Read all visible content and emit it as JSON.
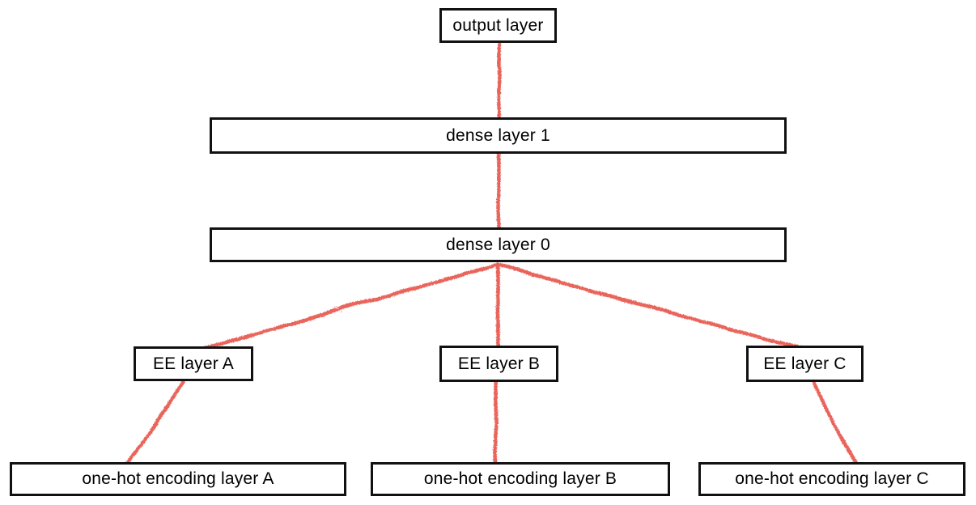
{
  "diagram": {
    "nodes": {
      "output": {
        "label": "output layer"
      },
      "dense1": {
        "label": "dense layer 1"
      },
      "dense0": {
        "label": "dense layer 0"
      },
      "ee_a": {
        "label": "EE layer A"
      },
      "ee_b": {
        "label": "EE layer B"
      },
      "ee_c": {
        "label": "EE layer C"
      },
      "onehot_a": {
        "label": "one-hot encoding layer A"
      },
      "onehot_b": {
        "label": "one-hot encoding layer B"
      },
      "onehot_c": {
        "label": "one-hot encoding layer C"
      }
    },
    "edges": [
      {
        "from": "output layer",
        "to": "dense layer 1"
      },
      {
        "from": "dense layer 1",
        "to": "dense layer 0"
      },
      {
        "from": "dense layer 0",
        "to": "EE layer A"
      },
      {
        "from": "dense layer 0",
        "to": "EE layer B"
      },
      {
        "from": "dense layer 0",
        "to": "EE layer C"
      },
      {
        "from": "EE layer A",
        "to": "one-hot encoding layer A"
      },
      {
        "from": "EE layer B",
        "to": "one-hot encoding layer B"
      },
      {
        "from": "EE layer C",
        "to": "one-hot encoding layer C"
      }
    ],
    "colors": {
      "edge": "#e9655c",
      "box_border": "#111111",
      "box_fill": "#ffffff",
      "text": "#000000",
      "background": "#ffffff"
    }
  }
}
